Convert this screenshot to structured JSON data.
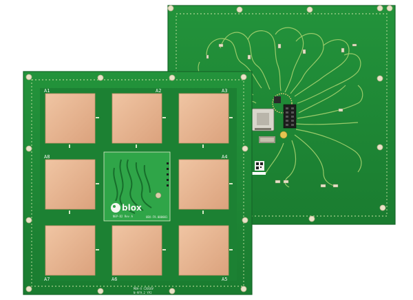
{
  "image": {
    "subject": "u-blox antenna array evaluation boards (front antenna board and back routing board)"
  },
  "colors": {
    "pcb_green": "#1f8a36",
    "pcb_green_dark": "#176e2b",
    "pcb_green_light": "#2fa548",
    "copper": "#e8b48f",
    "copper_edge": "#c9906a",
    "trace": "#9acb6a",
    "silkscreen": "#f4f7f0",
    "mount_hole": "#e9e3c8"
  },
  "front_board": {
    "patch_labels": [
      "A1",
      "A2",
      "A3",
      "A8",
      "A4",
      "A7",
      "A6",
      "A5"
    ],
    "logo_text": "blox",
    "module_caption": "NEP-D2 Rev A",
    "module_small_text": "UBX-F9.000001",
    "bottom_text_1": "MOA-X  C2016V",
    "bottom_text_2": "N-9F9.2   YP2"
  }
}
